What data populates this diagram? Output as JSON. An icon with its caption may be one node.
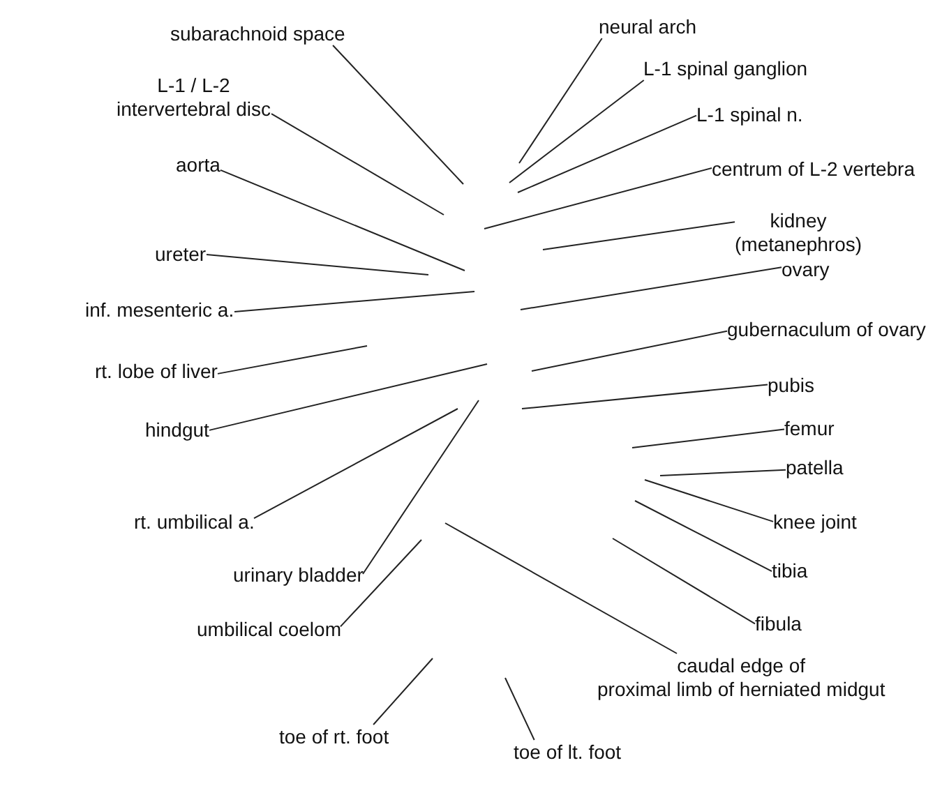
{
  "diagram": {
    "nodes": [
      {
        "text": [
          "subarachnoid space"
        ]
      },
      {
        "text": [
          "L-1 / L-2 intervertebral disc"
        ]
      },
      {
        "text": [
          "aorta"
        ]
      },
      {
        "text": [
          "ureter"
        ]
      },
      {
        "text": [
          "inf. mesenteric a."
        ]
      },
      {
        "text": [
          "rt. lobe of liver"
        ]
      },
      {
        "text": [
          "hindgut"
        ]
      },
      {
        "text": [
          "rt. umbilical a."
        ]
      },
      {
        "text": [
          "urinary bladder"
        ]
      },
      {
        "text": [
          "umbilical coelom"
        ]
      },
      {
        "text": [
          "toe of rt. foot"
        ]
      },
      {
        "text": [
          "neural arch"
        ]
      },
      {
        "text": [
          "L-1 spinal ganglion"
        ]
      },
      {
        "text": [
          "L-1 spinal n."
        ]
      },
      {
        "text": [
          "centrum of L-2 vertebra"
        ]
      },
      {
        "text": [
          "kidney (metanephros)"
        ]
      },
      {
        "text": [
          "ovary"
        ]
      },
      {
        "text": [
          "gubernaculum of ovary"
        ]
      },
      {
        "text": [
          "pubis"
        ]
      },
      {
        "text": [
          "femur"
        ]
      },
      {
        "text": [
          "patella"
        ]
      },
      {
        "text": [
          "knee joint"
        ]
      },
      {
        "text": [
          "tibia"
        ]
      },
      {
        "text": [
          "fibula"
        ]
      },
      {
        "text": [
          "caudal edge of proximal limb of herniated midgut"
        ]
      },
      {
        "text": [
          "toe of lt. foot"
        ]
      }
    ],
    "edges": [
      {
        "from": 0,
        "to": null,
        "arrow": "none"
      },
      {
        "from": 1,
        "to": null,
        "arrow": "none"
      },
      {
        "from": 2,
        "to": null,
        "arrow": "none"
      },
      {
        "from": 3,
        "to": null,
        "arrow": "none"
      },
      {
        "from": 4,
        "to": null,
        "arrow": "none"
      },
      {
        "from": 5,
        "to": null,
        "arrow": "none"
      },
      {
        "from": 6,
        "to": null,
        "arrow": "none"
      },
      {
        "from": 7,
        "to": null,
        "arrow": "none"
      },
      {
        "from": 8,
        "to": null,
        "arrow": "none"
      },
      {
        "from": 9,
        "to": null,
        "arrow": "none"
      },
      {
        "from": 10,
        "to": null,
        "arrow": "none"
      },
      {
        "from": 11,
        "to": null,
        "arrow": "none"
      },
      {
        "from": 12,
        "to": null,
        "arrow": "none"
      },
      {
        "from": 13,
        "to": null,
        "arrow": "none"
      },
      {
        "from": 14,
        "to": null,
        "arrow": "none"
      },
      {
        "from": 15,
        "to": null,
        "arrow": "none"
      },
      {
        "from": 16,
        "to": null,
        "arrow": "none"
      },
      {
        "from": 17,
        "to": null,
        "arrow": "none"
      },
      {
        "from": 18,
        "to": null,
        "arrow": "none"
      },
      {
        "from": 19,
        "to": null,
        "arrow": "none"
      },
      {
        "from": 20,
        "to": null,
        "arrow": "none"
      },
      {
        "from": 21,
        "to": null,
        "arrow": "none"
      },
      {
        "from": 22,
        "to": null,
        "arrow": "none"
      },
      {
        "from": 23,
        "to": null,
        "arrow": "none"
      },
      {
        "from": 24,
        "to": null,
        "arrow": "none"
      },
      {
        "from": 25,
        "to": null,
        "arrow": "none"
      }
    ]
  }
}
